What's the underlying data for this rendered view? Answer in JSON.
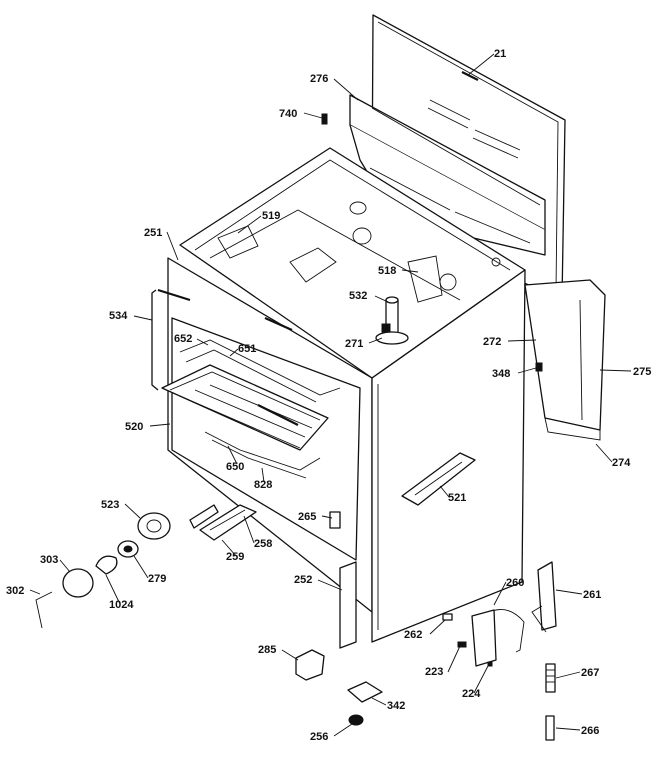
{
  "callouts": [
    {
      "id": "c21",
      "text": "21"
    },
    {
      "id": "c276",
      "text": "276"
    },
    {
      "id": "c740",
      "text": "740"
    },
    {
      "id": "c519",
      "text": "519"
    },
    {
      "id": "c251",
      "text": "251"
    },
    {
      "id": "c518",
      "text": "518"
    },
    {
      "id": "c532",
      "text": "532"
    },
    {
      "id": "c534",
      "text": "534"
    },
    {
      "id": "c652",
      "text": "652"
    },
    {
      "id": "c651",
      "text": "651"
    },
    {
      "id": "c271",
      "text": "271"
    },
    {
      "id": "c272",
      "text": "272"
    },
    {
      "id": "c275",
      "text": "275"
    },
    {
      "id": "c348",
      "text": "348"
    },
    {
      "id": "c520",
      "text": "520"
    },
    {
      "id": "c274",
      "text": "274"
    },
    {
      "id": "c650",
      "text": "650"
    },
    {
      "id": "c828",
      "text": "828"
    },
    {
      "id": "c521",
      "text": "521"
    },
    {
      "id": "c523",
      "text": "523"
    },
    {
      "id": "c265",
      "text": "265"
    },
    {
      "id": "c259",
      "text": "259"
    },
    {
      "id": "c258",
      "text": "258"
    },
    {
      "id": "c303",
      "text": "303"
    },
    {
      "id": "c279",
      "text": "279"
    },
    {
      "id": "c302",
      "text": "302"
    },
    {
      "id": "c1024",
      "text": "1024"
    },
    {
      "id": "c252",
      "text": "252"
    },
    {
      "id": "c260",
      "text": "260"
    },
    {
      "id": "c261",
      "text": "261"
    },
    {
      "id": "c262",
      "text": "262"
    },
    {
      "id": "c285",
      "text": "285"
    },
    {
      "id": "c223",
      "text": "223"
    },
    {
      "id": "c267",
      "text": "267"
    },
    {
      "id": "c224",
      "text": "224"
    },
    {
      "id": "c342",
      "text": "342"
    },
    {
      "id": "c256",
      "text": "256"
    },
    {
      "id": "c266",
      "text": "266"
    }
  ]
}
